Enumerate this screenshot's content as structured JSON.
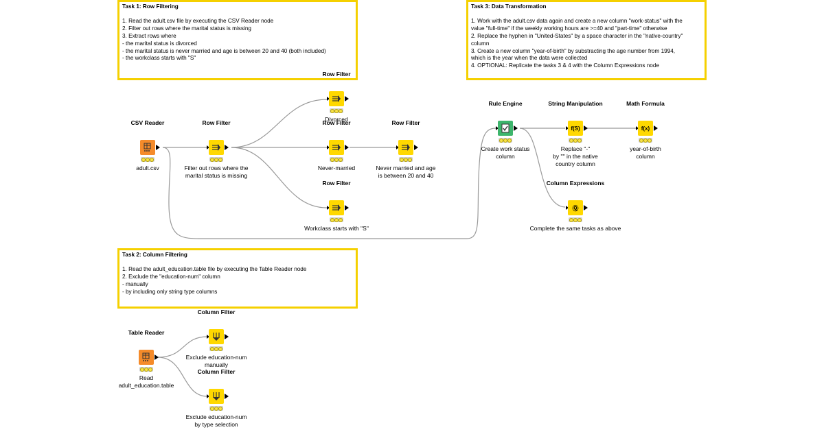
{
  "annotations": {
    "task1": {
      "title": "Task 1: Row Filtering",
      "lines": [
        "1. Read the adult.csv file by executing the CSV Reader node",
        "2. Filter out rows where the marital status is missing",
        "3. Extract rows where",
        "- the marital status is divorced",
        "- the marital status is never married and age is between 20 and 40 (both included)",
        "- the workclass starts with \"S\""
      ]
    },
    "task2": {
      "title": "Task 2: Column Filtering",
      "lines": [
        "1. Read the adult_education.table file by executing the Table Reader node",
        "2. Exclude the \"education-num\" column",
        "- manually",
        "- by including only string type columns"
      ]
    },
    "task3": {
      "title": "Task 3: Data Transformation",
      "lines": [
        "1.  Work with the adult.csv data again and create a new column \"work-status\" with the",
        "value \"full-time\" if the weekly working hours are >=40 and \"part-time\" otherwise",
        "2. Replace the hyphen in \"United-States\" by a space character in the \"native-country\"",
        "column",
        "3. Create a new column \"year-of-birth\" by substracting the age number from 1994,",
        "which is the year when the data were collected",
        "4. OPTIONAL: Replicate the tasks 3 & 4 with the Column Expressions node"
      ]
    }
  },
  "nodes": {
    "csv_reader": {
      "name": "CSV Reader",
      "desc1": "adult.csv",
      "desc2": ""
    },
    "row_filter_main": {
      "name": "Row Filter",
      "desc1": "Filter out rows where the",
      "desc2": "marital status is missing"
    },
    "row_filter_divorced": {
      "name": "Row Filter",
      "desc1": "Divorced",
      "desc2": ""
    },
    "row_filter_never": {
      "name": "Row Filter",
      "desc1": "Never-married",
      "desc2": ""
    },
    "row_filter_age": {
      "name": "Row Filter",
      "desc1": "Never married and age",
      "desc2": "is between 20 and 40"
    },
    "row_filter_workclass": {
      "name": "Row Filter",
      "desc1": "Workclass starts with \"S\"",
      "desc2": ""
    },
    "rule_engine": {
      "name": "Rule Engine",
      "desc1": "Create work status",
      "desc2": "column"
    },
    "string_manip": {
      "name": "String Manipulation",
      "desc1": "Replace \"-\"",
      "desc2": "by \"\" in the native",
      "desc3": "country column"
    },
    "math_formula": {
      "name": "Math Formula",
      "desc1": "year-of-birth",
      "desc2": "column"
    },
    "column_expressions": {
      "name": "Column Expressions",
      "desc1": "Complete the same tasks as above",
      "desc2": ""
    },
    "table_reader": {
      "name": "Table Reader",
      "desc1": "Read",
      "desc2": "adult_education.table"
    },
    "column_filter_manual": {
      "name": "Column Filter",
      "desc1": "Exclude education-num",
      "desc2": "manually"
    },
    "column_filter_type": {
      "name": "Column Filter",
      "desc1": "Exclude education-num",
      "desc2": "by type selection"
    }
  },
  "icons": {
    "row_filter": "row-filter-icon",
    "reader": "table-reader-icon",
    "rule_engine": "rule-engine-icon",
    "string_manip": "string-manipulation-icon",
    "math_formula": "math-formula-icon",
    "column_expressions": "column-expressions-icon",
    "column_filter": "column-filter-icon"
  },
  "colors": {
    "annotation_border": "#f5d000",
    "manipulator_node": "#ffd800",
    "source_node": "#f58b2a",
    "rule_node": "#3db56c",
    "status_light": "#f8e24a",
    "connection": "#999999"
  }
}
